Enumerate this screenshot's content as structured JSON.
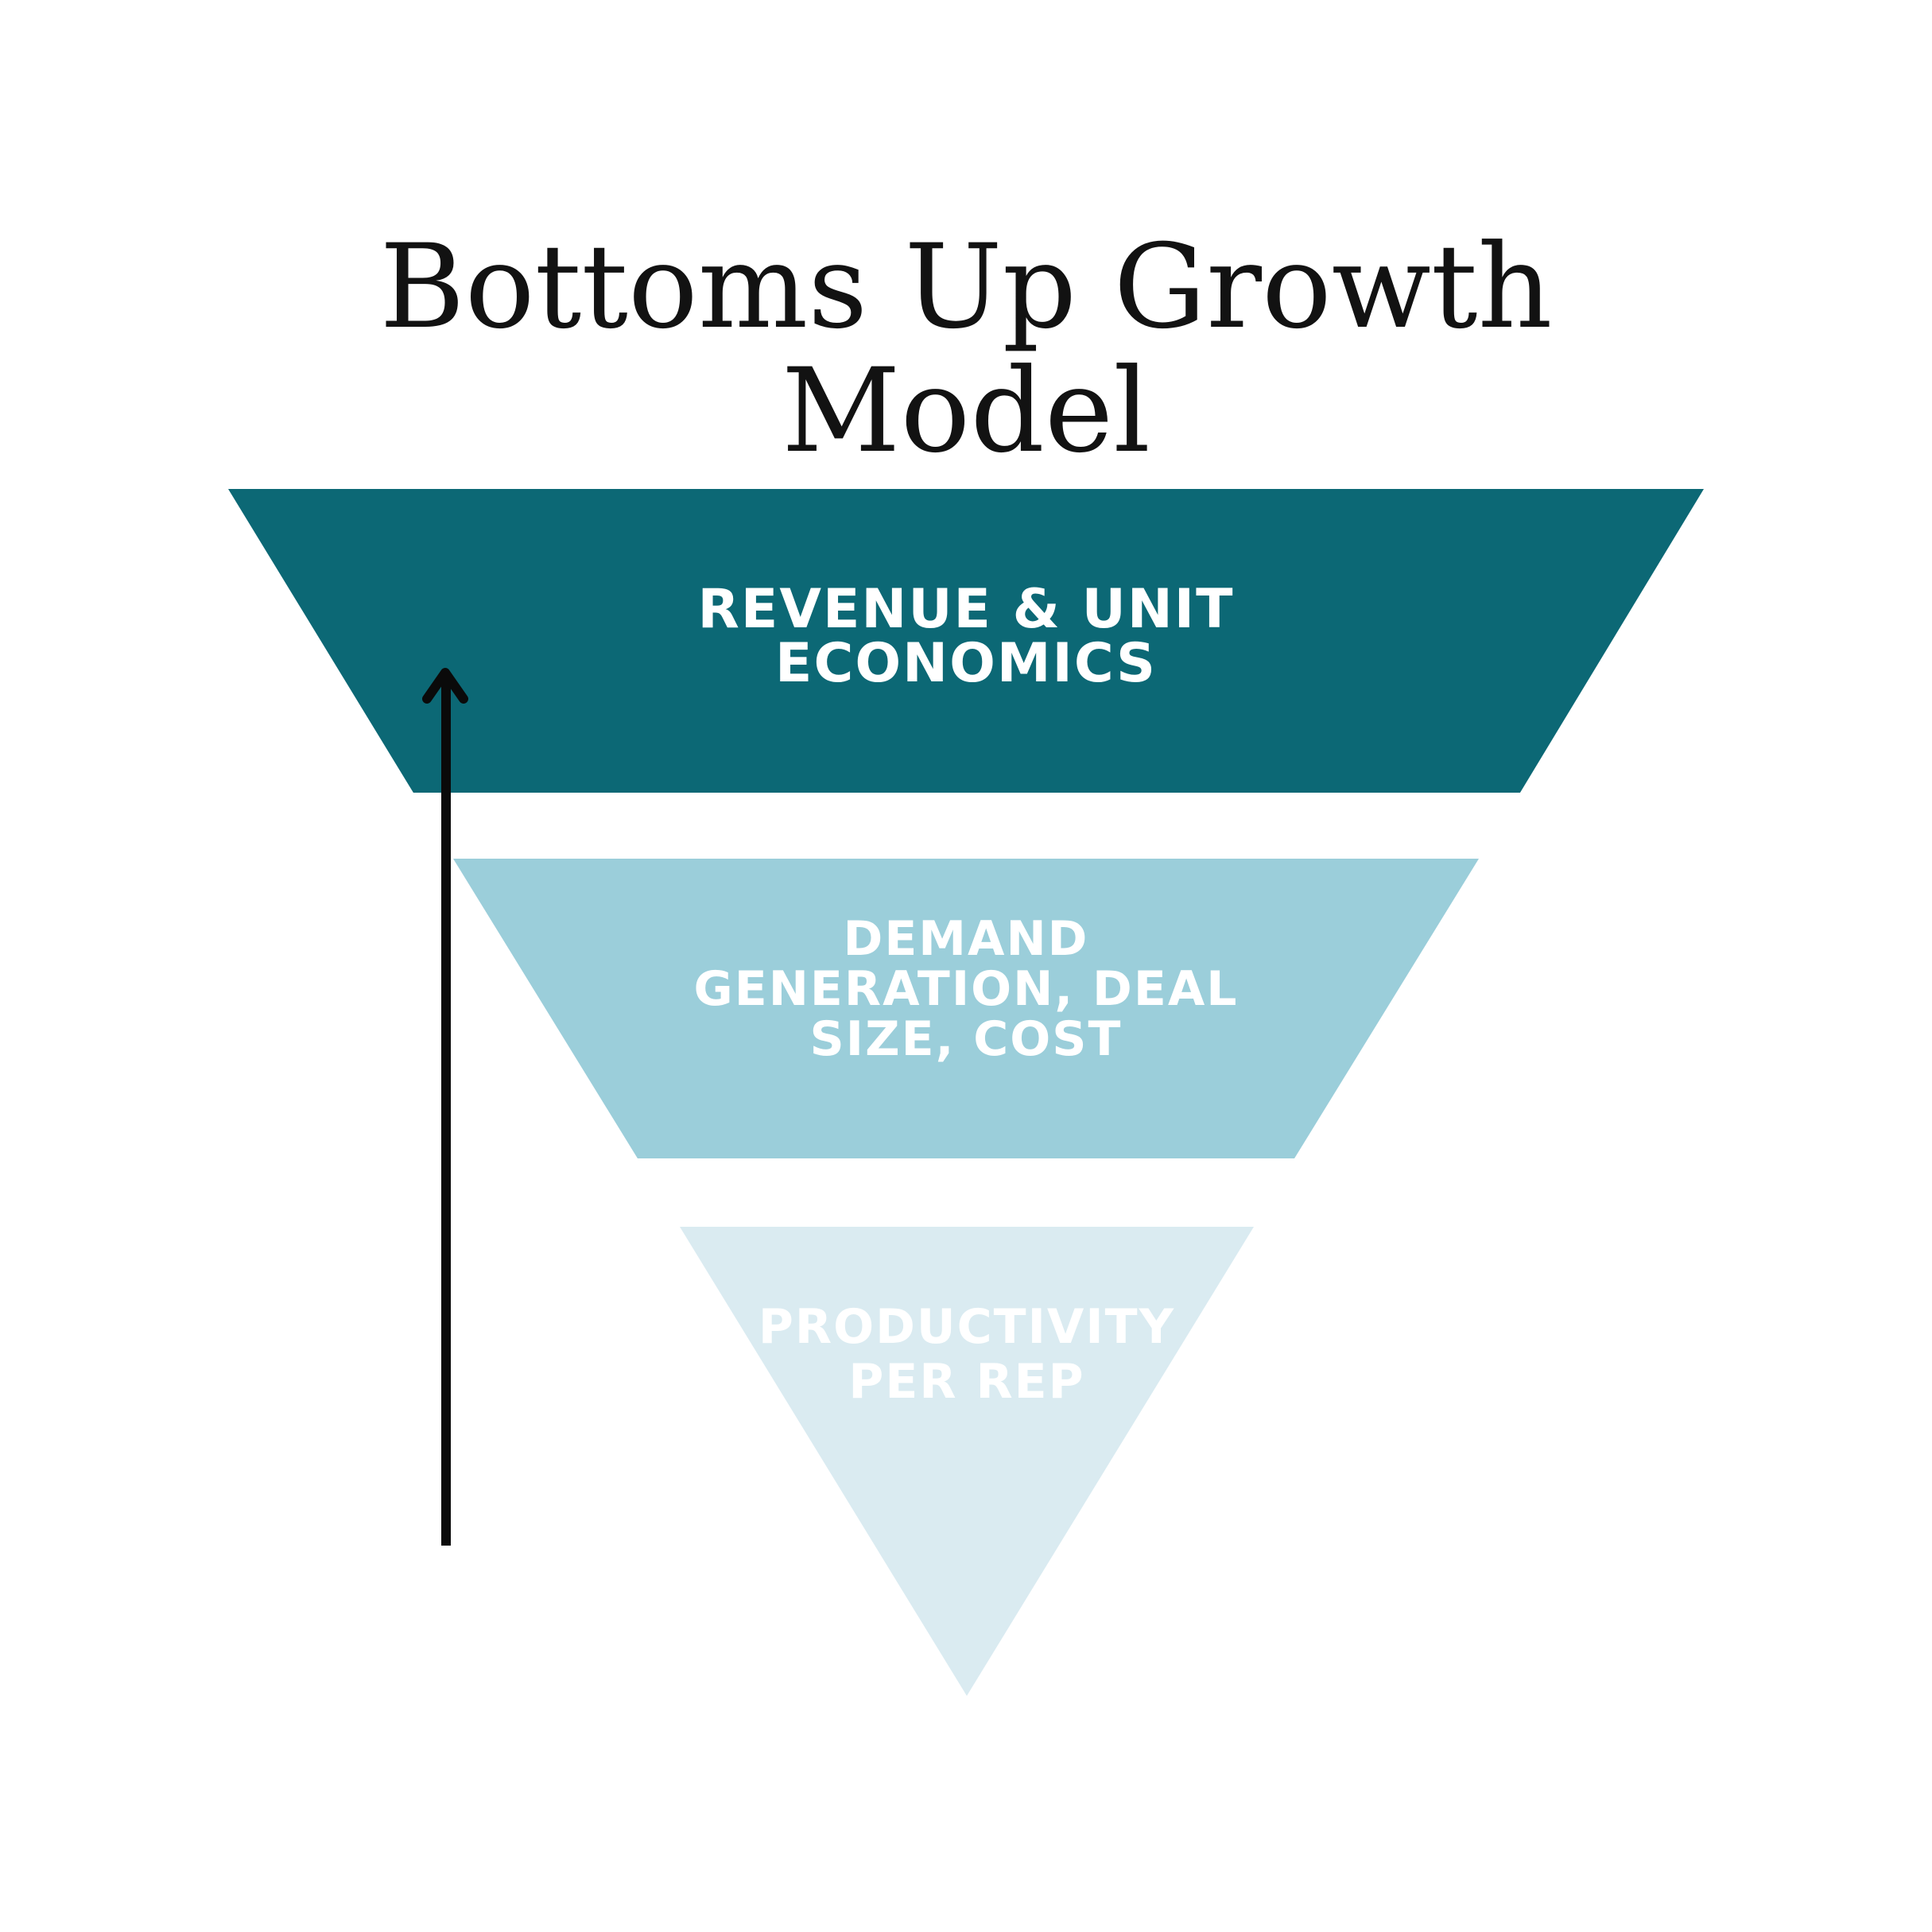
{
  "title": {
    "line1": "Bottoms Up Growth",
    "line2": "Model"
  },
  "funnel": {
    "tiers": [
      {
        "name": "revenue-unit-economics",
        "lines": [
          "REVENUE & UNIT",
          "ECONOMICS"
        ],
        "color": "#0c6875",
        "text_color": "#ffffff"
      },
      {
        "name": "demand-generation-deal-size-cost",
        "lines": [
          "DEMAND",
          "GENERATION, DEAL",
          "SIZE, COST"
        ],
        "color": "#9bceda",
        "text_color": "#ffffff"
      },
      {
        "name": "productivity-per-rep",
        "lines": [
          "PRODUCTIVITY",
          "PER REP"
        ],
        "color": "#daebf1",
        "text_color": "#ffffff"
      }
    ]
  },
  "arrow": {
    "direction": "up",
    "color": "#0a0a0a"
  },
  "background_color": "#ffffff",
  "title_color": "#121212"
}
